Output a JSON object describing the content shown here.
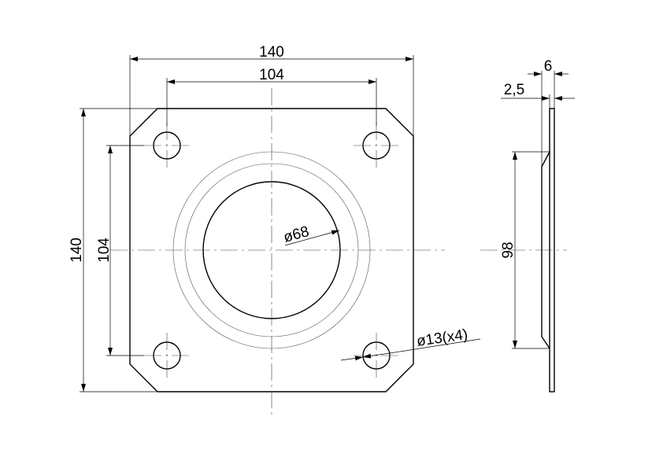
{
  "drawing": {
    "front_view": {
      "overall_width_label": "140",
      "hole_spacing_horizontal_label": "104",
      "overall_height_label": "140",
      "hole_spacing_vertical_label": "104",
      "bore_diameter_label": "ø68",
      "hole_diameter_label": "ø13(x4)"
    },
    "side_view": {
      "total_thickness_label": "6",
      "plate_thickness_label": "2,5",
      "boss_diameter_label": "98"
    }
  }
}
